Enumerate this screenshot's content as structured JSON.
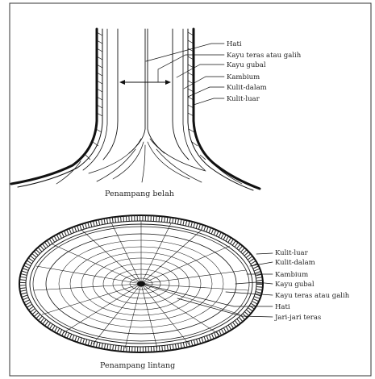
{
  "longitudinal": {
    "caption": "Penampang belah",
    "labels": [
      "Hati",
      "Kayu teras atau galih",
      "Kayu gubal",
      "Kambium",
      "Kulit-dalam",
      "Kulit-luar"
    ]
  },
  "cross": {
    "caption": "Penampang lintang",
    "labels": [
      "Kulit-luar",
      "Kulit-dalam",
      "Kambium",
      "Kayu gubal",
      "Kayu teras atau galih",
      "Hati",
      "Jari-jari teras"
    ]
  },
  "style": {
    "ink": "#111111",
    "background": "#ffffff"
  }
}
